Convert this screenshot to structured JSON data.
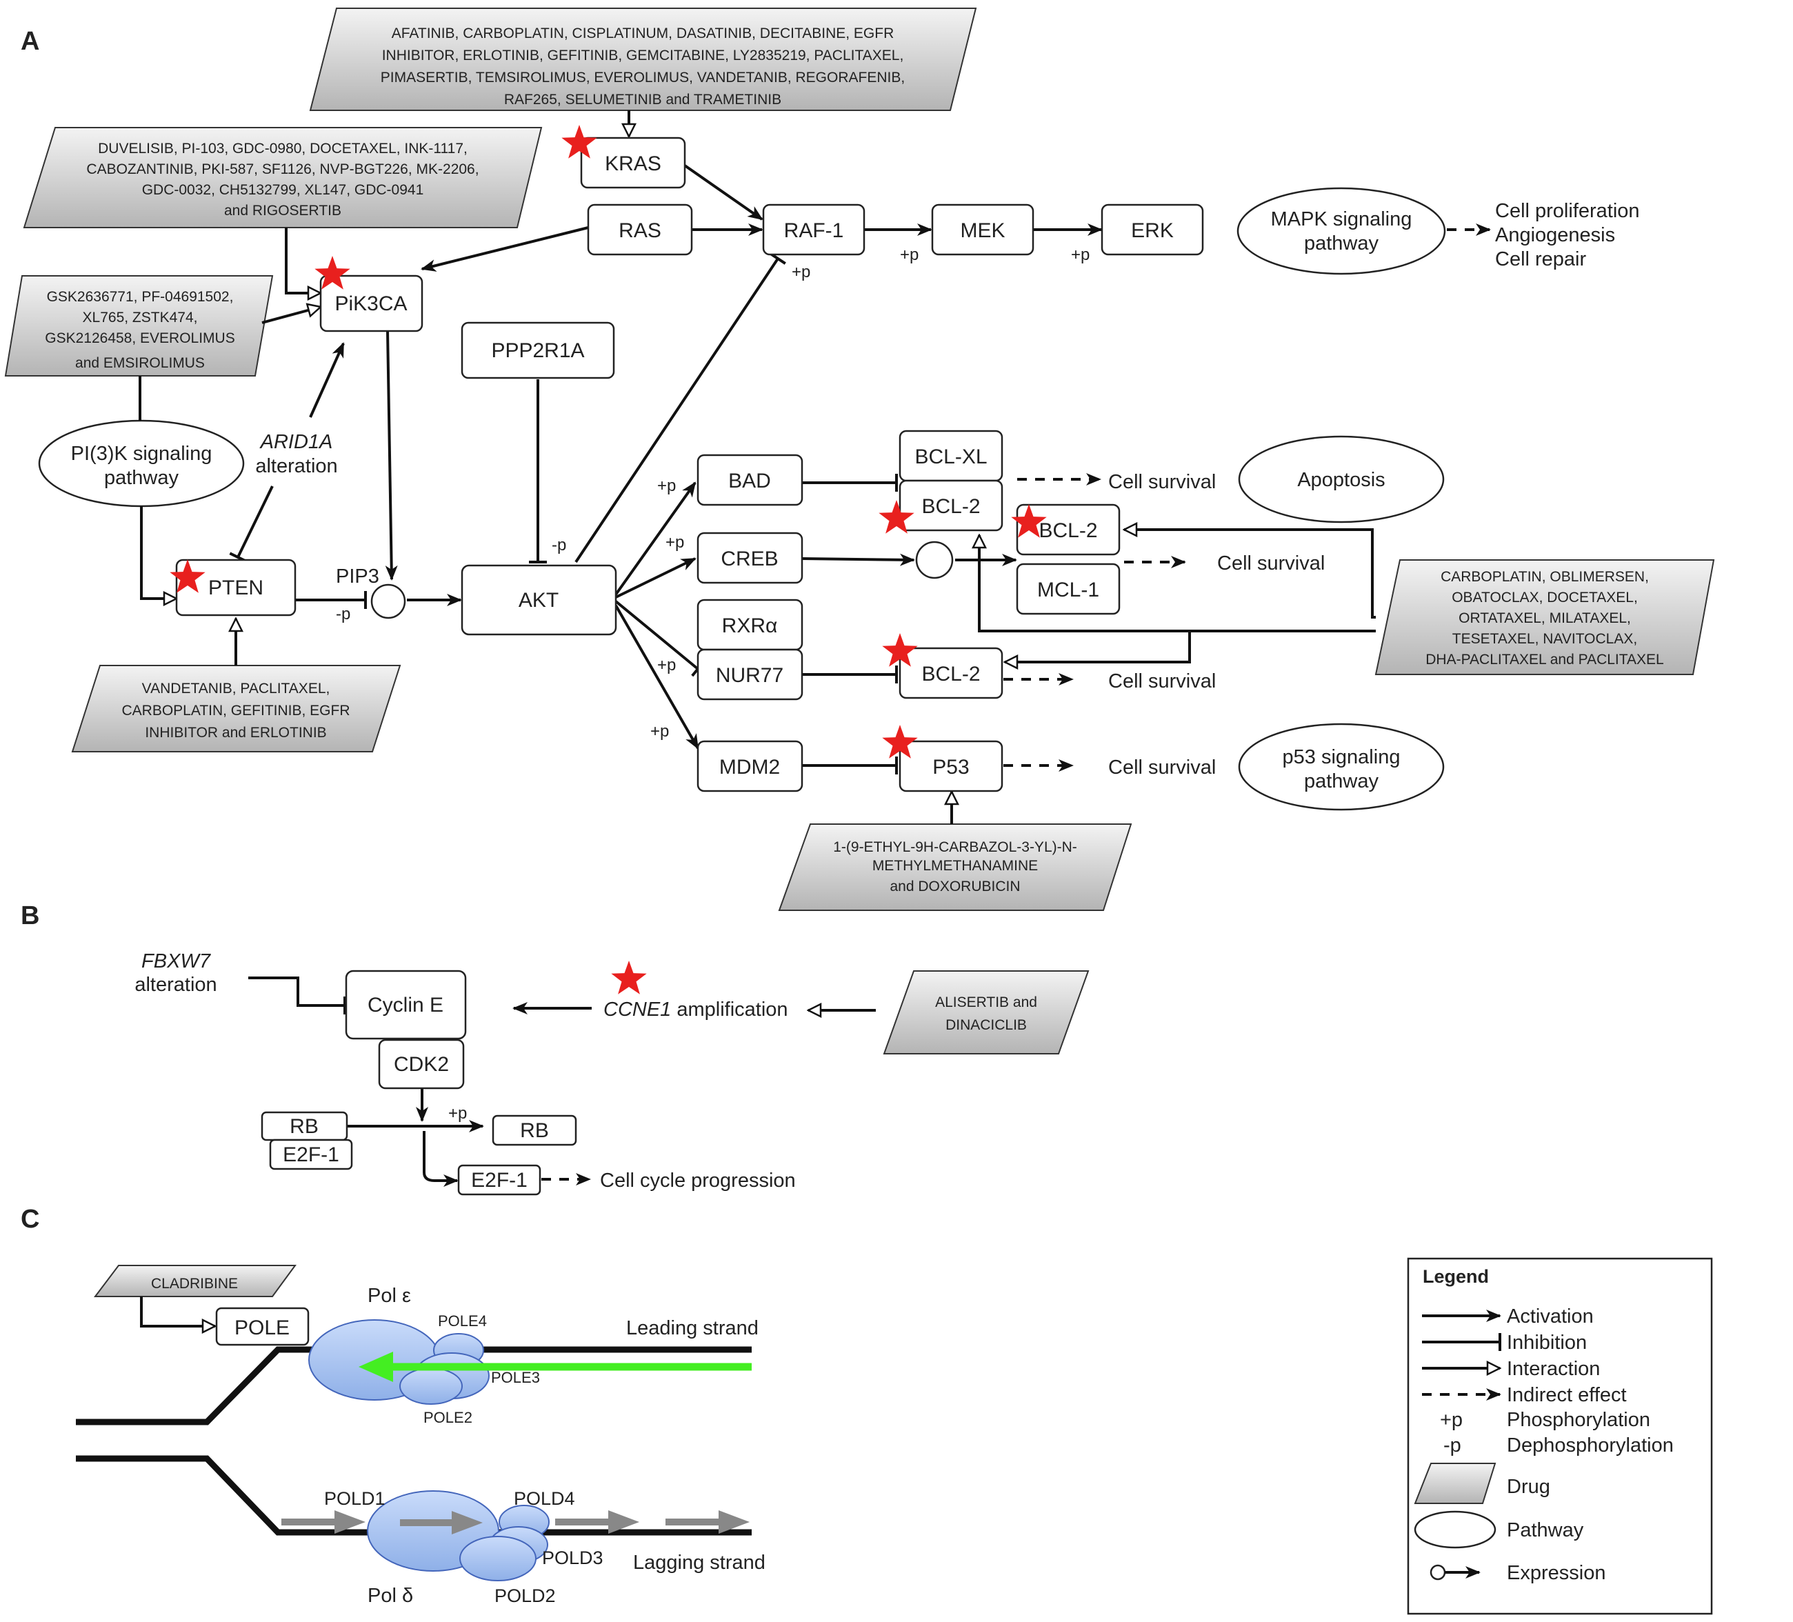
{
  "panels": {
    "a": "A",
    "b": "B",
    "c": "C"
  },
  "nodes": {
    "kras": "KRAS",
    "ras": "RAS",
    "raf1": "RAF-1",
    "mek": "MEK",
    "erk": "ERK",
    "pik3ca": "PiK3CA",
    "ppp2r1a": "PPP2R1A",
    "pten": "PTEN",
    "akt": "AKT",
    "bad": "BAD",
    "creb": "CREB",
    "rxra": "RXRα",
    "nur77": "NUR77",
    "mdm2": "MDM2",
    "bclxl": "BCL-XL",
    "bcl2a": "BCL-2",
    "bcl2b": "BCL-2",
    "mcl1": "MCL-1",
    "bcl2c": "BCL-2",
    "p53": "P53",
    "cycline": "Cyclin E",
    "cdk2": "CDK2",
    "rb1": "RB",
    "e2f1a": "E2F-1",
    "rb2": "RB",
    "e2f1b": "E2F-1",
    "pole": "POLE"
  },
  "drugs": {
    "kras": [
      "AFATINIB, CARBOPLATIN, CISPLATINUM, DASATINIB, DECITABINE, EGFR",
      "INHIBITOR, ERLOTINIB, GEFITINIB, GEMCITABINE, LY2835219, PACLITAXEL,",
      "PIMASERTIB, TEMSIROLIMUS, EVEROLIMUS, VANDETANIB, REGORAFENIB,",
      "RAF265, SELUMETINIB and TRAMETINIB"
    ],
    "pik3ca_top": [
      "DUVELISIB, PI-103, GDC-0980, DOCETAXEL, INK-1117,",
      "CABOZANTINIB, PKI-587, SF1126, NVP-BGT226, MK-2206,",
      "GDC-0032, CH5132799, XL147, GDC-0941",
      "and RIGOSERTIB"
    ],
    "pik3ca_left": [
      "GSK2636771, PF-04691502,",
      "XL765, ZSTK474,",
      "GSK2126458, EVEROLIMUS",
      "and EMSIROLIMUS"
    ],
    "pten": [
      "VANDETANIB, PACLITAXEL,",
      "CARBOPLATIN, GEFITINIB, EGFR",
      "INHIBITOR and ERLOTINIB"
    ],
    "bcl2": [
      "CARBOPLATIN, OBLIMERSEN,",
      "OBATOCLAX, DOCETAXEL,",
      "ORTATAXEL, MILATAXEL,",
      "TESETAXEL, NAVITOCLAX,",
      "DHA-PACLITAXEL and PACLITAXEL"
    ],
    "p53": [
      "1-(9-ETHYL-9H-CARBAZOL-3-YL)-N-",
      "METHYLMETHANAMINE",
      "and DOXORUBICIN"
    ],
    "ccne1": [
      "ALISERTIB and",
      "DINACICLIB"
    ],
    "pole": "CLADRIBINE"
  },
  "pathways": {
    "mapk": [
      "MAPK signaling",
      "pathway"
    ],
    "pi3k": [
      "PI(3)K signaling",
      "pathway"
    ],
    "apoptosis": [
      "Apoptosis"
    ],
    "p53": [
      "p53 signaling",
      "pathway"
    ]
  },
  "labels": {
    "mapk_out": [
      "Cell proliferation",
      "Angiogenesis",
      "Cell repair"
    ],
    "cell_survival": "Cell survival",
    "arid1a_gene": "ARID1A",
    "arid1a_alt": "alteration",
    "pip3": "PIP3",
    "plus_p": "+p",
    "minus_p": "-p",
    "fbxw7_gene": "FBXW7",
    "fbxw7_alt": "alteration",
    "ccne1_gene": "CCNE1",
    "ccne1_amp": " amplification",
    "cell_cycle": "Cell cycle progression",
    "pol_e": "Pol ε",
    "pol_d": "Pol δ",
    "pole4": "POLE4",
    "pole3": "POLE3",
    "pole2": "POLE2",
    "pold1": "POLD1",
    "pold4": "POLD4",
    "pold3": "POLD3",
    "pold2": "POLD2",
    "leading": "Leading strand",
    "lagging": "Lagging strand"
  },
  "legend": {
    "title": "Legend",
    "activation": "Activation",
    "inhibition": "Inhibition",
    "interaction": "Interaction",
    "indirect": "Indirect effect",
    "phos_sym": "+p",
    "phos": "Phosphorylation",
    "dephos_sym": "-p",
    "dephos": "Dephosphorylation",
    "drug": "Drug",
    "pathway": "Pathway",
    "expression": "Expression"
  },
  "colors": {
    "star": "#e8201e",
    "polymerase": "#a9c4f0",
    "leading_arrow": "#44ee22",
    "lagging_arrow": "#888888"
  }
}
